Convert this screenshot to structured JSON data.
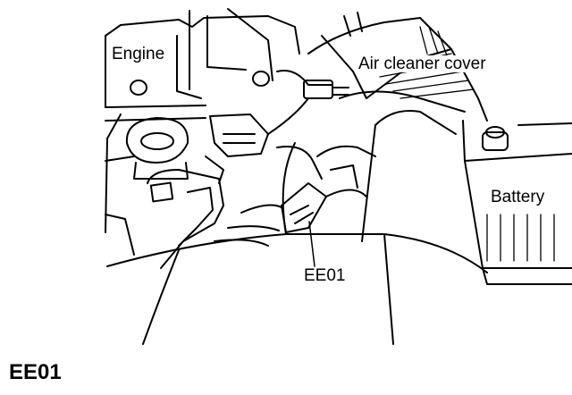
{
  "labels": {
    "engine": "Engine",
    "air_cleaner_cover": "Air cleaner cover",
    "battery": "Battery",
    "connector": "EE01"
  },
  "caption": "EE01"
}
